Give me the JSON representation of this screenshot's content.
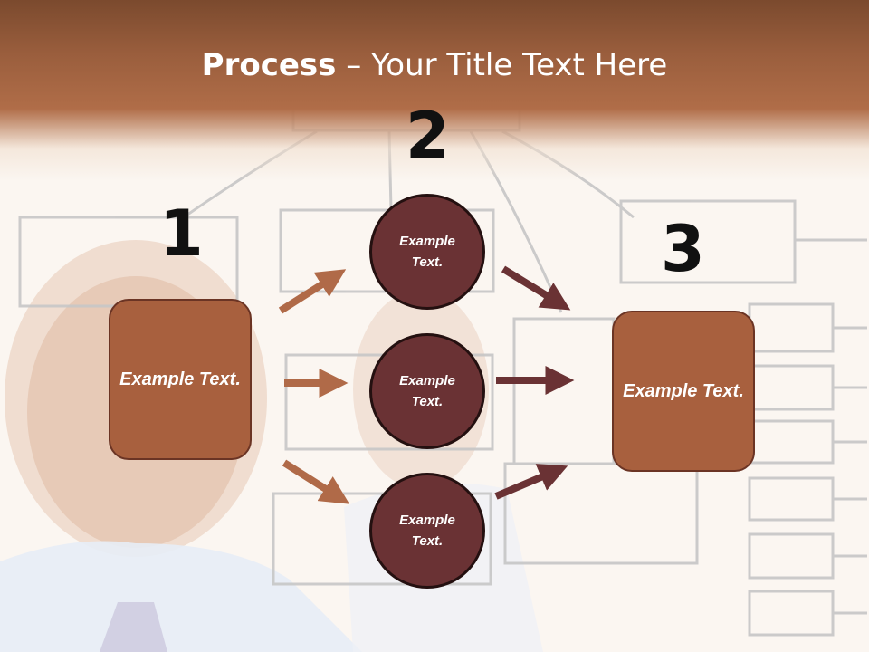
{
  "title": {
    "bold": "Process",
    "dash": " – ",
    "rest": "Your Title Text Here"
  },
  "steps": {
    "one": "1",
    "two": "2",
    "three": "3"
  },
  "boxes": {
    "left": "Example Text.",
    "right": "Example Text."
  },
  "circles": {
    "top": "Example Text.",
    "middle": "Example Text.",
    "bottom": "Example Text."
  },
  "colors": {
    "box_fill": "#a8603e",
    "circle_fill": "#6a3234",
    "arrow_light": "#b06a48",
    "arrow_dark": "#6a3234",
    "header": "#9a5e3d"
  }
}
